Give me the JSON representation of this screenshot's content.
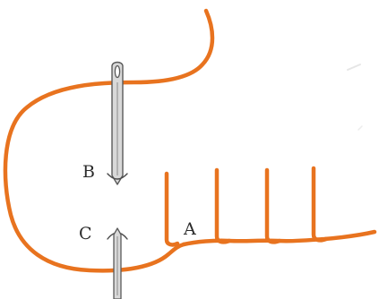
{
  "labels": {
    "a": "A",
    "b": "B",
    "c": "C"
  },
  "colors": {
    "thread": "#e8731f",
    "needle_outline": "#5a5a5a",
    "needle_fill": "#d9d9d9",
    "text": "#2b2b2b",
    "background": "#ffffff"
  },
  "icons": {
    "needle": "sewing-needle-icon",
    "down_arrow": "arrow-down-icon",
    "up_arrow": "arrow-up-icon"
  }
}
